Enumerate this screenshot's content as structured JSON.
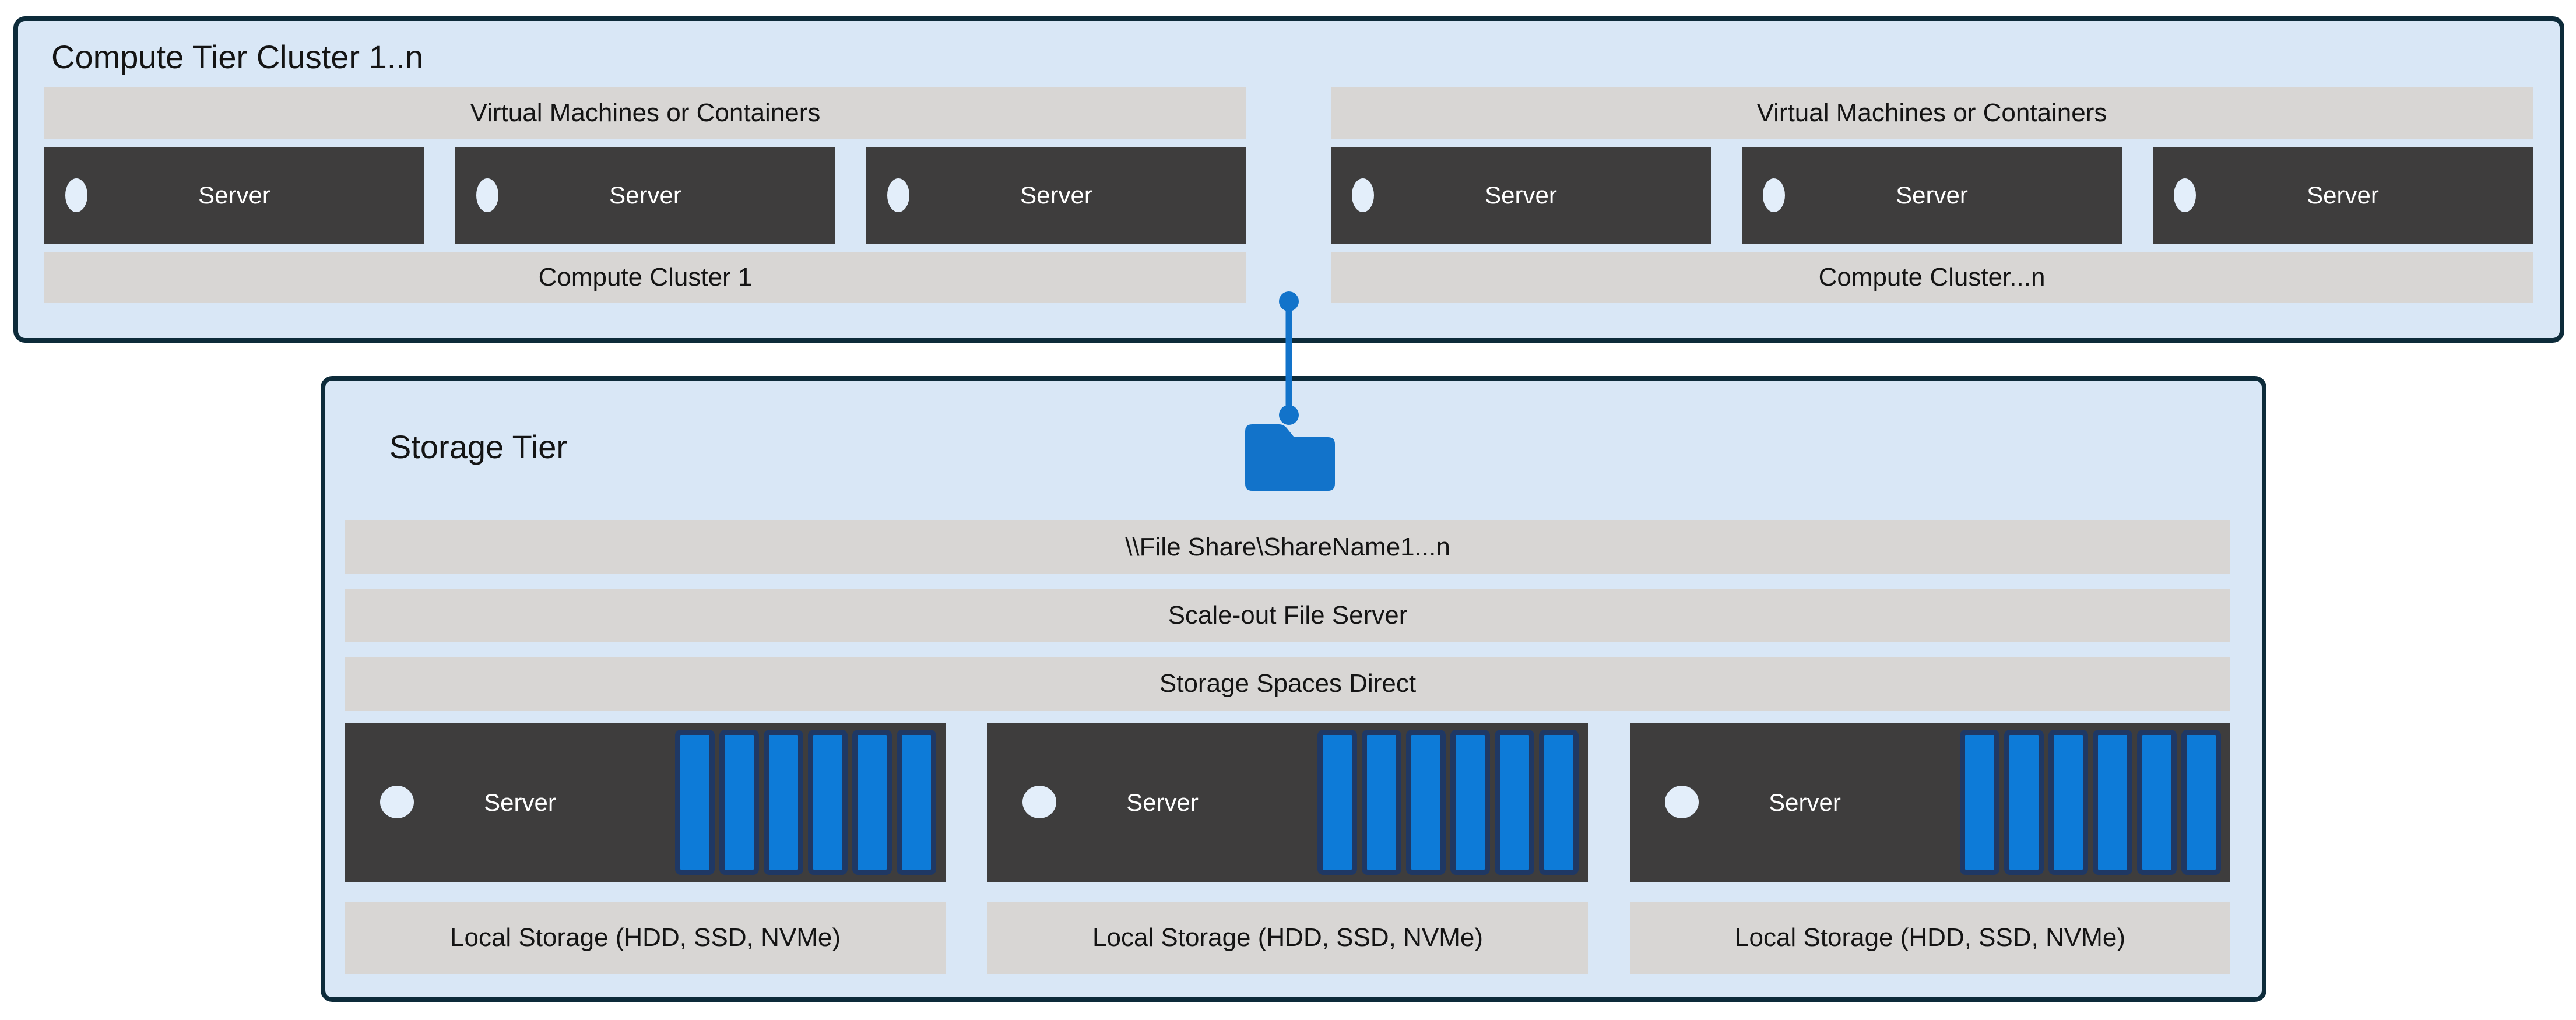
{
  "colors": {
    "page_bg": "#ffffff",
    "panel_fill": "#d9e7f6",
    "panel_border": "#0d2b3a",
    "bar_gray": "#d8d6d4",
    "server_dark": "#3e3d3d",
    "accent_blue": "#1273ca",
    "disk_blue": "#0d7bd8",
    "disk_border": "#1f3864",
    "text_dark": "#141414",
    "text_light": "#ffffff",
    "led_light": "#e3eefa"
  },
  "compute_tier": {
    "title": "Compute Tier Cluster 1..n",
    "clusters": [
      {
        "vm_label": "Virtual Machines or Containers",
        "servers": [
          "Server",
          "Server",
          "Server"
        ],
        "cluster_label": "Compute Cluster 1"
      },
      {
        "vm_label": "Virtual Machines or Containers",
        "servers": [
          "Server",
          "Server",
          "Server"
        ],
        "cluster_label": "Compute Cluster...n"
      }
    ]
  },
  "storage_tier": {
    "title": "Storage Tier",
    "layer_bars": [
      "\\\\File Share\\ShareName1...n",
      "Scale-out File Server",
      "Storage Spaces Direct"
    ],
    "servers": [
      {
        "label": "Server",
        "disk_count": 6,
        "storage_label": "Local Storage (HDD, SSD, NVMe)"
      },
      {
        "label": "Server",
        "disk_count": 6,
        "storage_label": "Local Storage (HDD, SSD, NVMe)"
      },
      {
        "label": "Server",
        "disk_count": 6,
        "storage_label": "Local Storage (HDD, SSD, NVMe)"
      }
    ]
  }
}
